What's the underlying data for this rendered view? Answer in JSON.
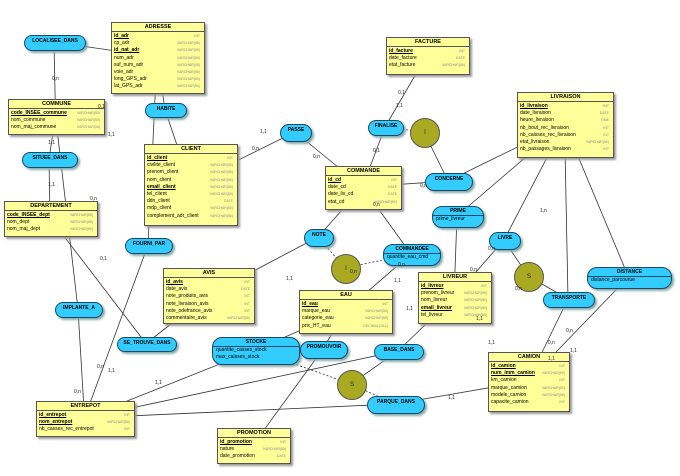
{
  "entities": {
    "adresse": {
      "name": "ADRESSE",
      "attrs": [
        {
          "n": "id_adr",
          "t": "INT",
          "k": true
        },
        {
          "n": "cp_adr",
          "t": "VARCHAR(50)"
        },
        {
          "n": "id_nat_adr",
          "t": "VARCHAR(50)",
          "k": true
        },
        {
          "n": "num_adr",
          "t": "VARCHAR(50)"
        },
        {
          "n": "suf_num_adr",
          "t": "VARCHAR(50)"
        },
        {
          "n": "voie_adr",
          "t": "VARCHAR(50)"
        },
        {
          "n": "long_GPS_adr",
          "t": "VARCHAR(50)"
        },
        {
          "n": "lat_GPS_adr",
          "t": "VARCHAR(50)"
        }
      ]
    },
    "facture": {
      "name": "FACTURE",
      "attrs": [
        {
          "n": "id_facture",
          "t": "INT",
          "k": true
        },
        {
          "n": "date_facture",
          "t": "DATE"
        },
        {
          "n": "etat_facture",
          "t": "VARCHAR(50)"
        }
      ]
    },
    "livraison": {
      "name": "LIVRAISON",
      "attrs": [
        {
          "n": "id_livraison",
          "t": "INT",
          "k": true
        },
        {
          "n": "date_livraison",
          "t": "DATE"
        },
        {
          "n": "heure_livraison",
          "t": "TIME"
        },
        {
          "n": "nb_bout_rec_livraison",
          "t": "INT"
        },
        {
          "n": "nb_caisses_rec_livraison",
          "t": "INT"
        },
        {
          "n": "etat_livraison",
          "t": "VARCHAR(50)"
        },
        {
          "n": "nb_passages_livraison",
          "t": "INT"
        }
      ]
    },
    "commune": {
      "name": "COMMUNE",
      "attrs": [
        {
          "n": "code_INSEE_commune",
          "t": "VARCHAR(50)",
          "k": true
        },
        {
          "n": "nom_commune",
          "t": "VARCHAR(50)"
        },
        {
          "n": "nom_maj_commune",
          "t": "VARCHAR(50)"
        }
      ]
    },
    "client": {
      "name": "CLIENT",
      "attrs": [
        {
          "n": "id_client",
          "t": "INT",
          "k": true
        },
        {
          "n": "civilite_client",
          "t": "VARCHAR(50)"
        },
        {
          "n": "prenom_client",
          "t": "VARCHAR(50)"
        },
        {
          "n": "nom_client",
          "t": "VARCHAR(50)"
        },
        {
          "n": "email_client",
          "t": "VARCHAR(50)",
          "k": true
        },
        {
          "n": "tel_client",
          "t": "VARCHAR(50)"
        },
        {
          "n": "ddn_client",
          "t": "DATE"
        },
        {
          "n": "mdp_client",
          "t": "VARCHAR(50)"
        },
        {
          "n": "complement_adr_client",
          "t": "VARCHAR(50)"
        }
      ]
    },
    "commande": {
      "name": "COMMANDE",
      "attrs": [
        {
          "n": "id_cd",
          "t": "INT",
          "k": true
        },
        {
          "n": "date_cd",
          "t": "DATE"
        },
        {
          "n": "date_liv_cd",
          "t": "DATE"
        },
        {
          "n": "etat_cd",
          "t": "VARCHAR(50)"
        }
      ]
    },
    "departement": {
      "name": "DEPARTEMENT",
      "attrs": [
        {
          "n": "code_INSEE_dept",
          "t": "VARCHAR(50)",
          "k": true
        },
        {
          "n": "nom_dept",
          "t": "VARCHAR(50)"
        },
        {
          "n": "nom_maj_dept",
          "t": "VARCHAR(50)"
        }
      ]
    },
    "avis": {
      "name": "AVIS",
      "attrs": [
        {
          "n": "id_avis",
          "t": "INT",
          "k": true
        },
        {
          "n": "date_avis",
          "t": "DATE"
        },
        {
          "n": "note_produits_avis",
          "t": "INT"
        },
        {
          "n": "note_livraison_avis",
          "t": "INT"
        },
        {
          "n": "note_odefrance_avis",
          "t": "INT"
        },
        {
          "n": "commentaire_avis",
          "t": "VARCHAR(50)"
        }
      ]
    },
    "eau": {
      "name": "EAU",
      "attrs": [
        {
          "n": "id_eau",
          "t": "INT",
          "k": true
        },
        {
          "n": "marque_eau",
          "t": "VARCHAR(50)"
        },
        {
          "n": "categorie_eau",
          "t": "VARCHAR(50)"
        },
        {
          "n": "prix_HT_eau",
          "t": "DECIMAL(15,2)"
        }
      ]
    },
    "livreur": {
      "name": "LIVREUR",
      "attrs": [
        {
          "n": "id_livreur",
          "t": "INT",
          "k": true
        },
        {
          "n": "prenom_livreur",
          "t": "VARCHAR(50)"
        },
        {
          "n": "nom_livreur",
          "t": "VARCHAR(50)"
        },
        {
          "n": "email_livreur",
          "t": "VARCHAR(50)",
          "k": true
        },
        {
          "n": "tel_livreur",
          "t": "VARCHAR(50)"
        }
      ]
    },
    "camion": {
      "name": "CAMION",
      "attrs": [
        {
          "n": "id_camion",
          "t": "INT",
          "k": true
        },
        {
          "n": "num_imm_camion",
          "t": "VARCHAR(50)",
          "k": true
        },
        {
          "n": "km_camion",
          "t": "INT"
        },
        {
          "n": "marque_camion",
          "t": "VARCHAR(50)"
        },
        {
          "n": "modele_camion",
          "t": "VARCHAR(50)"
        },
        {
          "n": "capacite_camion",
          "t": "INT"
        }
      ]
    },
    "entrepot": {
      "name": "ENTREPOT",
      "attrs": [
        {
          "n": "id_entrepot",
          "t": "INT",
          "k": true
        },
        {
          "n": "nom_entrepot",
          "t": "VARCHAR(50)",
          "k": true
        },
        {
          "n": "nb_casses_rec_entrepot",
          "t": "INT"
        }
      ]
    },
    "promotion": {
      "name": "PROMOTION",
      "attrs": [
        {
          "n": "id_promotion",
          "t": "INT",
          "k": true
        },
        {
          "n": "nature",
          "t": "VARCHAR(50)"
        },
        {
          "n": "date_promotion",
          "t": "DATE"
        }
      ]
    }
  },
  "relations": {
    "localisee_dans": {
      "name": "LOCALISEE_DANS",
      "attrs": []
    },
    "habite": {
      "name": "HABITE",
      "attrs": []
    },
    "passe": {
      "name": "PASSE",
      "attrs": []
    },
    "finalise": {
      "name": "FINALISE",
      "attrs": []
    },
    "situee_dans": {
      "name": "SITUEE_DANS",
      "attrs": []
    },
    "concerne": {
      "name": "CONCERNE",
      "attrs": []
    },
    "prime": {
      "name": "PRIME",
      "attrs": [
        "prime_livreur"
      ]
    },
    "note": {
      "name": "NOTE",
      "attrs": []
    },
    "commandee": {
      "name": "COMMANDEE",
      "attrs": [
        "quantite_eau_cmd"
      ]
    },
    "livre": {
      "name": "LIVRE",
      "attrs": []
    },
    "fourni_par": {
      "name": "FOURNI_PAR",
      "attrs": []
    },
    "distance": {
      "name": "DISTANCE",
      "attrs": [
        "distance_parcourue"
      ]
    },
    "transporte": {
      "name": "TRANSPORTE",
      "attrs": []
    },
    "implante_a": {
      "name": "IMPLANTE_A",
      "attrs": []
    },
    "se_trouve_dans": {
      "name": "SE_TROUVE_DANS",
      "attrs": []
    },
    "stocke": {
      "name": "STOCKE",
      "attrs": [
        "quantite_casses_stock",
        "max_caisses_stock"
      ]
    },
    "promouvoir": {
      "name": "PROMOUVOIR",
      "attrs": []
    },
    "base_dans": {
      "name": "BASE_DANS",
      "attrs": []
    },
    "parque_dans": {
      "name": "PARQUE_DANS",
      "attrs": []
    }
  },
  "cifs": {
    "cif1": "I",
    "cif2": "I",
    "cif3": "S",
    "cif4": "S"
  },
  "cardinalities": [
    "0,n",
    "0,1",
    "1,1",
    "0,n",
    "1,1",
    "0,n",
    "0,1",
    "1,1",
    "0,1",
    "0,n",
    "1,1",
    "1,1",
    "0,n",
    "0,1",
    "1,1",
    "0,n",
    "0,n",
    "1,1",
    "1,1",
    "0,n",
    "0,n",
    "1,1",
    "1,1",
    "0,n",
    "0,n",
    "1,n",
    "1,1",
    "1,1",
    "0,n",
    "0,n",
    "0,n",
    "1,1",
    "0,n",
    "1,1",
    "1,1"
  ],
  "colors": {
    "entity": "#ffff99",
    "relation": "#33ccff",
    "cif": "#aaaa22",
    "line": "#333333"
  }
}
